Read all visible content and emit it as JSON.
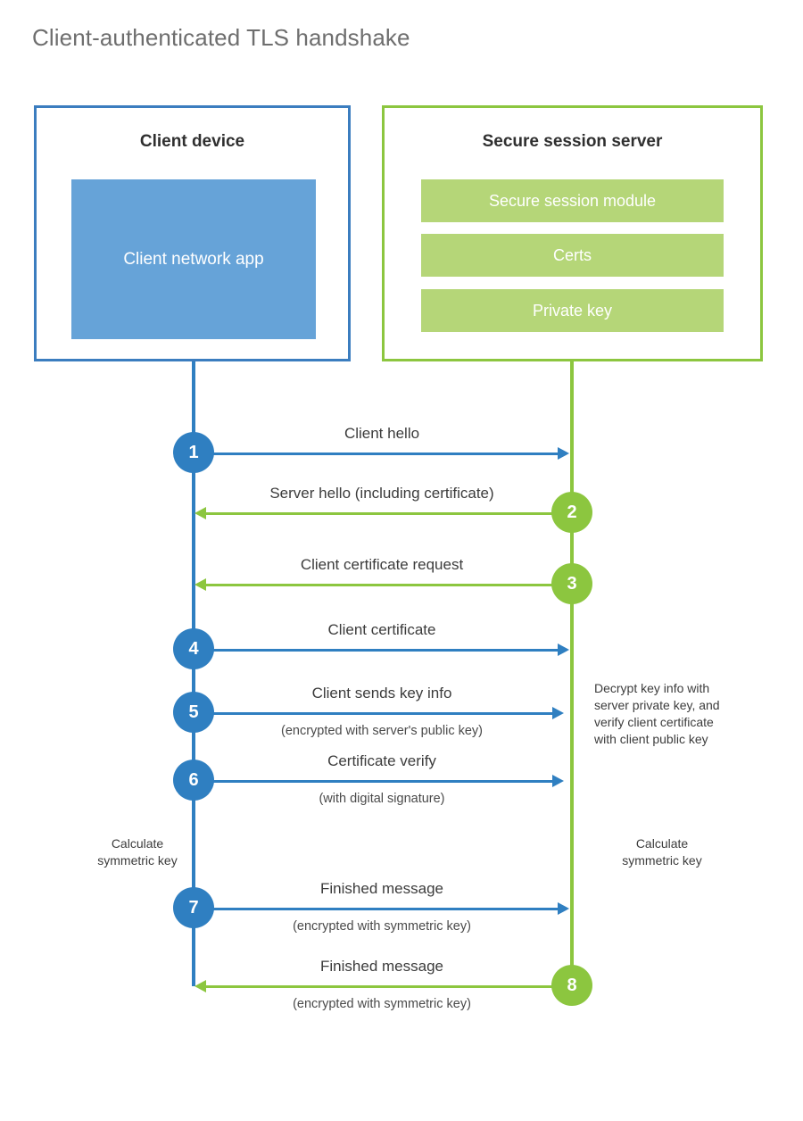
{
  "title": "Client-authenticated TLS handshake",
  "colors": {
    "client_accent": "#2f7fc1",
    "client_border": "#3b7dbf",
    "client_fill": "#66a3d8",
    "server_accent": "#8cc63f",
    "server_fill": "#b5d678",
    "title_text": "#6e6e6e",
    "body_text": "#3c3c3c",
    "background": "#ffffff"
  },
  "parties": {
    "client": {
      "title": "Client device",
      "blocks": [
        {
          "label": "Client network app"
        }
      ]
    },
    "server": {
      "title": "Secure session server",
      "blocks": [
        {
          "label": "Secure session module"
        },
        {
          "label": "Certs"
        },
        {
          "label": "Private key"
        }
      ]
    }
  },
  "steps": [
    {
      "number": "1",
      "label": "Client hello",
      "sublabel": "",
      "direction": "client-to-server",
      "color": "#2f7fc1"
    },
    {
      "number": "2",
      "label": "Server hello (including certificate)",
      "sublabel": "",
      "direction": "server-to-client",
      "color": "#8cc63f"
    },
    {
      "number": "3",
      "label": "Client certificate request",
      "sublabel": "",
      "direction": "server-to-client",
      "color": "#8cc63f"
    },
    {
      "number": "4",
      "label": "Client certificate",
      "sublabel": "",
      "direction": "client-to-server",
      "color": "#2f7fc1"
    },
    {
      "number": "5",
      "label": "Client sends key info",
      "sublabel": "(encrypted with server's public key)",
      "direction": "client-to-server",
      "color": "#2f7fc1"
    },
    {
      "number": "6",
      "label": "Certificate verify",
      "sublabel": "(with digital signature)",
      "direction": "client-to-server",
      "color": "#2f7fc1"
    },
    {
      "number": "7",
      "label": "Finished message",
      "sublabel": "(encrypted with symmetric key)",
      "direction": "client-to-server",
      "color": "#2f7fc1"
    },
    {
      "number": "8",
      "label": "Finished message",
      "sublabel": "(encrypted with symmetric key)",
      "direction": "server-to-client",
      "color": "#8cc63f"
    }
  ],
  "notes": {
    "server_decrypt": {
      "lines": [
        "Decrypt key info with",
        "server private key, and",
        "verify client certificate",
        "with client public key"
      ]
    },
    "client_calculate": {
      "lines": [
        "Calculate",
        "symmetric key"
      ]
    },
    "server_calculate": {
      "lines": [
        "Calculate",
        "symmetric key"
      ]
    }
  }
}
